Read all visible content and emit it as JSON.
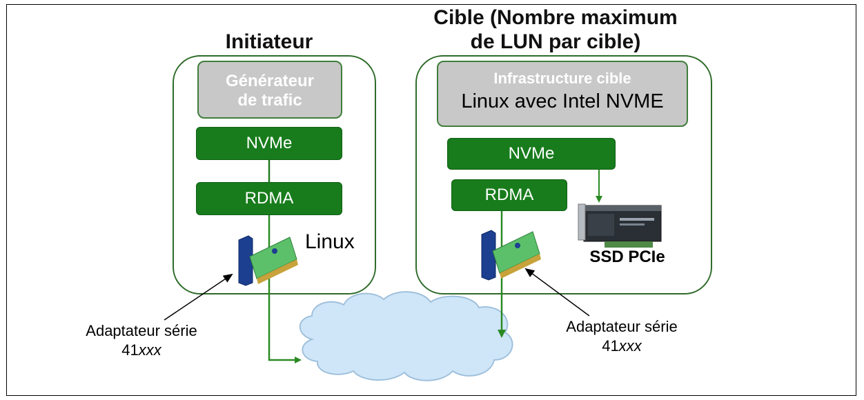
{
  "initiator": {
    "title": "Initiateur",
    "generator_line1": "Générateur",
    "generator_line2": "de trafic",
    "nvme": "NVMe",
    "rdma": "RDMA",
    "os_label": "Linux",
    "adapter_line1": "Adaptateur série",
    "adapter_line2_prefix": "41",
    "adapter_line2_suffix": "xxx"
  },
  "target": {
    "title_line1": "Cible (Nombre maximum",
    "title_line2": "de LUN par cible)",
    "infra_line1": "Infrastructure cible",
    "infra_line2": "Linux avec Intel NVME",
    "nvme": "NVMe",
    "rdma": "RDMA",
    "ssd_label": "SSD PCIe",
    "adapter_line1": "Adaptateur série",
    "adapter_line2_prefix": "41",
    "adapter_line2_suffix": "xxx"
  },
  "colors": {
    "green": "#187c1c",
    "panel_border": "#2e6b2a",
    "gray": "#c8c8c8",
    "cloud": "#cfe6f8"
  },
  "icons": [
    "network-card-icon",
    "ssd-card-icon",
    "cloud-icon"
  ]
}
